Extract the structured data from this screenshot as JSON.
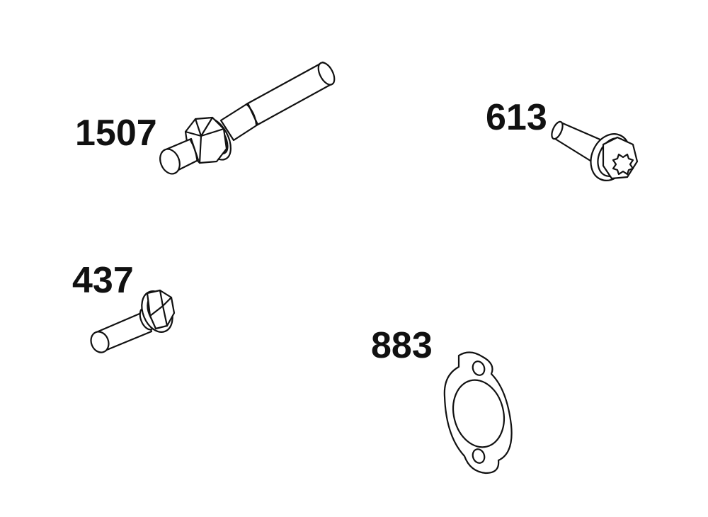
{
  "parts": [
    {
      "id": "1507",
      "label": "1507"
    },
    {
      "id": "613",
      "label": "613"
    },
    {
      "id": "437",
      "label": "437"
    },
    {
      "id": "883",
      "label": "883"
    }
  ],
  "colors": {
    "line": "#111111",
    "background": "#ffffff"
  }
}
